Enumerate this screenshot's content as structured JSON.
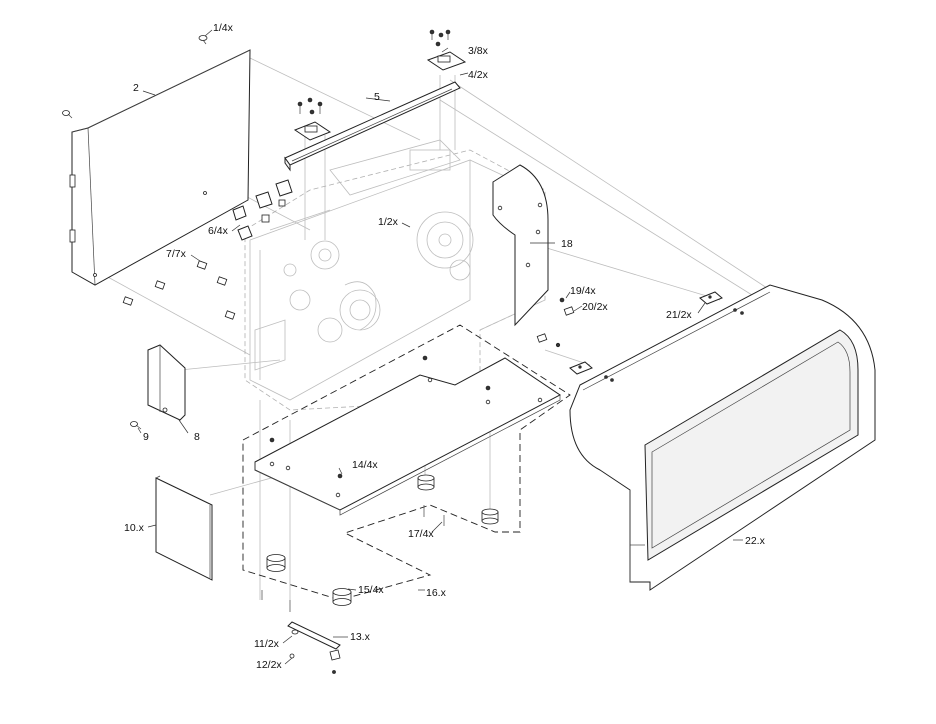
{
  "callouts": {
    "c1": "1/4x",
    "c2": "2",
    "c3": "3/8x",
    "c4": "4/2x",
    "c5": "5",
    "c6": "6/4x",
    "c7": "7/7x",
    "c8": "8",
    "c9": "9",
    "c10": "10.x",
    "c11": "11/2x",
    "c12": "12/2x",
    "c13": "13.x",
    "c14": "14/4x",
    "c15": "15/4x",
    "c16": "16.x",
    "c17": "17/4x",
    "c18": "18",
    "c19": "19/4x",
    "c20": "20/2x",
    "c21": "21/2x",
    "c22": "22.x",
    "c1b": "1/2x"
  }
}
